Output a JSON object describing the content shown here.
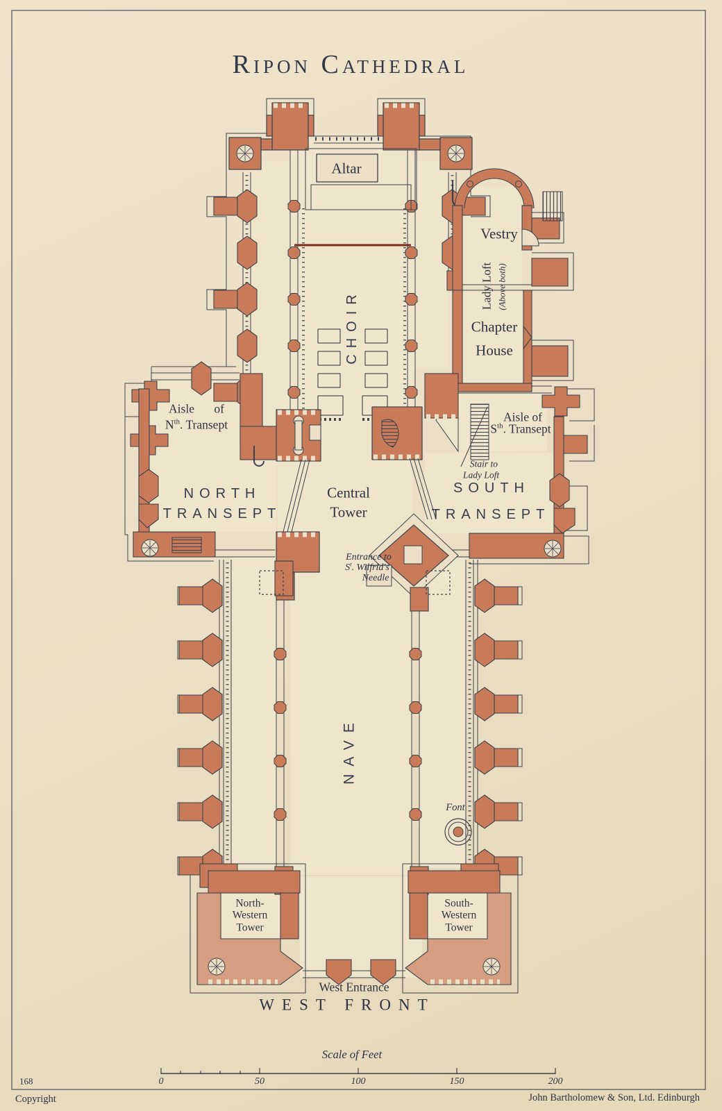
{
  "page": {
    "title": "Ripon Cathedral",
    "plate_number": "168",
    "copyright_note": "Copyright",
    "imprint": "John Bartholomew & Son, Ltd. Edinburgh"
  },
  "colors": {
    "paper": "#ecdfc5",
    "wall": "#c87a59",
    "wall_light": "#d69e80",
    "outline": "#3b434c",
    "ink": "#2c3440",
    "screen_line": "#7c2c1b"
  },
  "rooms": {
    "altar": "Altar",
    "choir": "CHOIR",
    "nave": "NAVE",
    "vestry": "Vestry",
    "lady_loft": {
      "line1": "Lady Loft",
      "note": "(Above both)"
    },
    "chapter_house": {
      "line1": "Chapter",
      "line2": "House"
    },
    "north_aisle": {
      "line1": "Aisle of",
      "pre": "N",
      "sup": "th",
      "post": ". Transept"
    },
    "south_aisle": {
      "line1": "Aisle of",
      "pre": "S",
      "sup": "th",
      "post": ". Transept"
    },
    "north_transept": {
      "line1": "NORTH",
      "line2": "TRANSEPT"
    },
    "central_tower": {
      "line1": "Central",
      "line2": "Tower"
    },
    "south_transept": {
      "line1": "SOUTH",
      "line2": "TRANSEPT"
    },
    "nw_tower": {
      "line1": "North-",
      "line2": "Western",
      "line3": "Tower"
    },
    "sw_tower": {
      "line1": "South-",
      "line2": "Western",
      "line3": "Tower"
    }
  },
  "features": {
    "stair_to_lady_loft": {
      "line1": "Stair to",
      "line2": "Lady Loft"
    },
    "wilfrids_needle": {
      "line1": "Entrance to",
      "pre": "S",
      "sup": "t",
      "post": ". Wilfrid's",
      "line3": "Needle"
    },
    "font": "Font",
    "west_entrance": "West Entrance",
    "west_front": "WEST FRONT"
  },
  "scale_bar": {
    "caption": "Scale of Feet",
    "ticks": [
      "0",
      "50",
      "100",
      "150",
      "200"
    ]
  }
}
